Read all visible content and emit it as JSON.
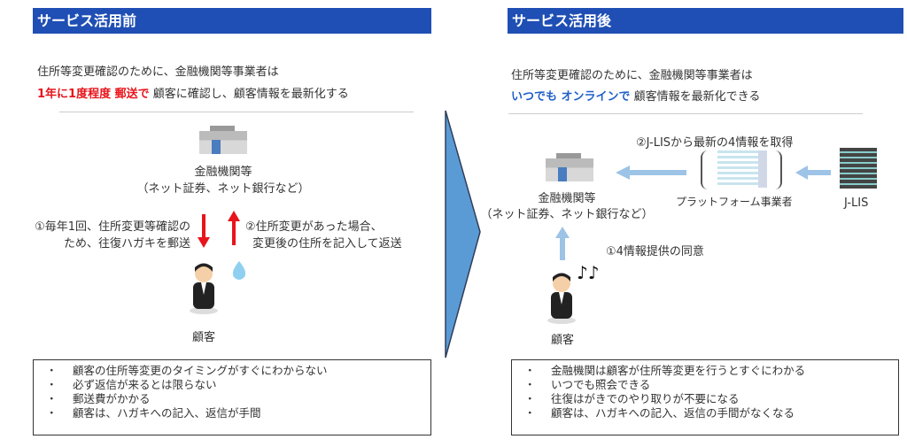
{
  "before": {
    "title": "サービス活用前",
    "intro_line1": "住所等変更確認のために、金融機関等事業者は",
    "intro_highlight": "1年に1度程度 郵送で",
    "intro_rest": " 顧客に確認し、顧客情報を最新化する",
    "institution": "金融機関等",
    "institution_sub": "（ネット証券、ネット銀行など）",
    "step1_line1": "①毎年1回、住所変更等確認の",
    "step1_line2": "ため、往復ハガキを郵送",
    "step2_line1": "②住所変更があった場合、",
    "step2_line2": "変更後の住所を記入して返送",
    "customer": "顧客",
    "issues": [
      "顧客の住所等変更のタイミングがすぐにわからない",
      "必ず返信が来るとは限らない",
      "郵送費がかかる",
      "顧客は、ハガキへの記入、返信が手間"
    ]
  },
  "after": {
    "title": "サービス活用後",
    "intro_line1": "住所等変更確認のために、金融機関等事業者は",
    "intro_highlight": "いつでも オンラインで",
    "intro_rest": " 顧客情報を最新化できる",
    "step2": "②J-LISから最新の4情報を取得",
    "institution": "金融機関等",
    "institution_sub": "（ネット証券、ネット銀行など）",
    "platform": "プラットフォーム事業者",
    "jlis": "J-LIS",
    "step1": "①4情報提供の同意",
    "customer": "顧客",
    "music": "♪♪",
    "benefits": [
      "金融機関は顧客が住所等変更を行うとすぐにわかる",
      "いつでも照会できる",
      "往復はがきでのやり取りが不要になる",
      "顧客は、ハガキへの記入、返信の手間がなくなる"
    ]
  },
  "bullet": "・"
}
